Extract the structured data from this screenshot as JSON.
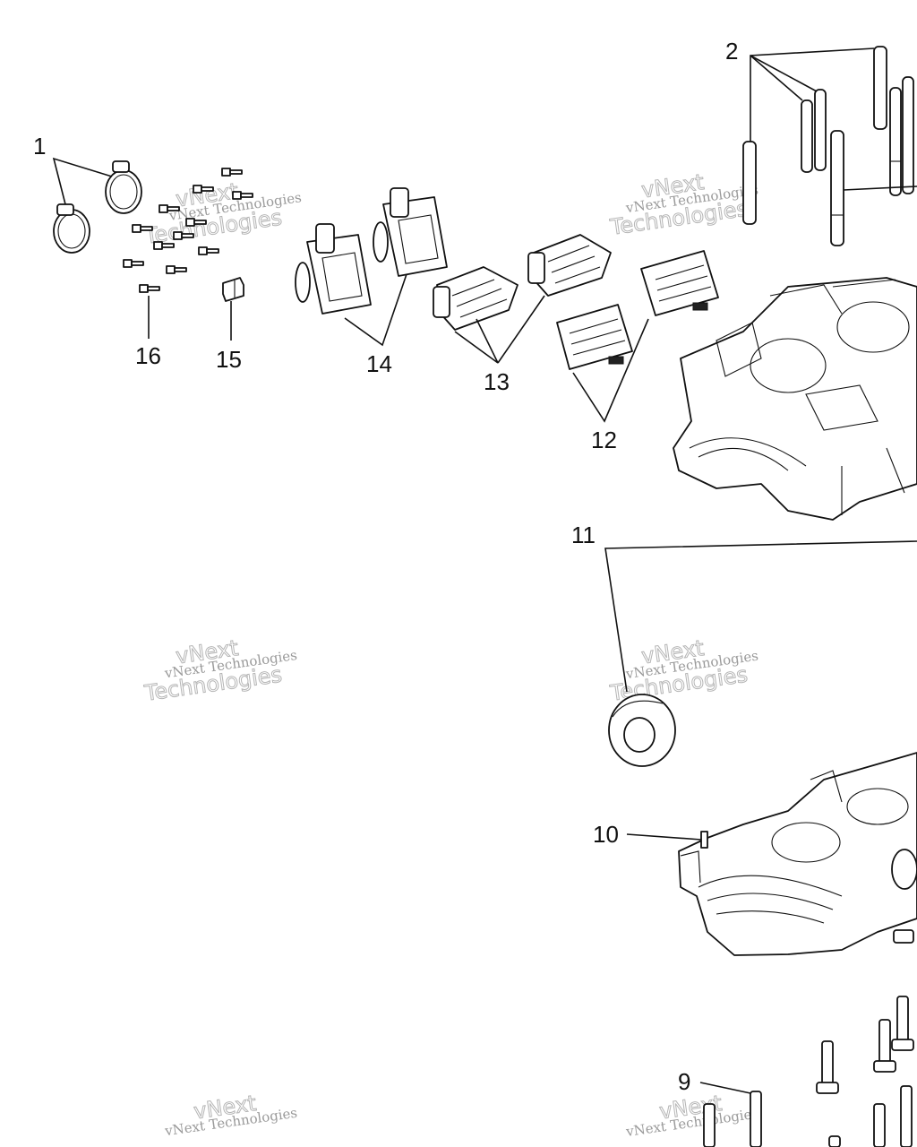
{
  "diagram": {
    "callouts": [
      {
        "id": "1",
        "label": "1"
      },
      {
        "id": "2",
        "label": "2"
      },
      {
        "id": "9",
        "label": "9"
      },
      {
        "id": "10",
        "label": "10"
      },
      {
        "id": "11",
        "label": "11"
      },
      {
        "id": "12",
        "label": "12"
      },
      {
        "id": "13",
        "label": "13"
      },
      {
        "id": "14",
        "label": "14"
      },
      {
        "id": "15",
        "label": "15"
      },
      {
        "id": "16",
        "label": "16"
      }
    ],
    "watermark": {
      "line1": "vNext Technologies",
      "line2": "vNext",
      "line3": "Technologies"
    }
  }
}
